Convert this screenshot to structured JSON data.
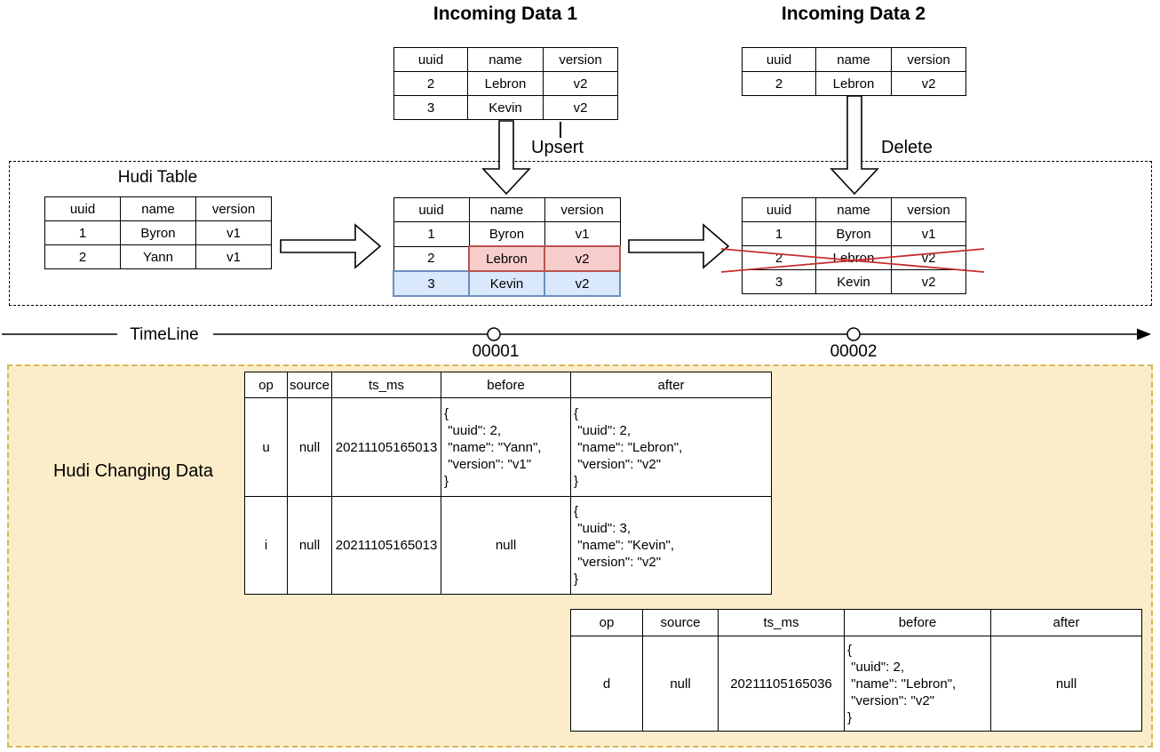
{
  "incoming1": {
    "title": "Incoming Data 1",
    "headers": [
      "uuid",
      "name",
      "version"
    ],
    "rows": [
      [
        "2",
        "Lebron",
        "v2"
      ],
      [
        "3",
        "Kevin",
        "v2"
      ]
    ]
  },
  "incoming2": {
    "title": "Incoming Data 2",
    "headers": [
      "uuid",
      "name",
      "version"
    ],
    "rows": [
      [
        "2",
        "Lebron",
        "v2"
      ]
    ]
  },
  "operations": {
    "upsert": "Upsert",
    "delete": "Delete"
  },
  "hudi_box": {
    "title": "Hudi Table",
    "initial": {
      "headers": [
        "uuid",
        "name",
        "version"
      ],
      "rows": [
        [
          "1",
          "Byron",
          "v1"
        ],
        [
          "2",
          "Yann",
          "v1"
        ]
      ]
    },
    "after_upsert": {
      "headers": [
        "uuid",
        "name",
        "version"
      ],
      "rows": [
        [
          "1",
          "Byron",
          "v1"
        ],
        [
          "2",
          "Lebron",
          "v2"
        ],
        [
          "3",
          "Kevin",
          "v2"
        ]
      ]
    },
    "after_delete": {
      "headers": [
        "uuid",
        "name",
        "version"
      ],
      "rows": [
        [
          "1",
          "Byron",
          "v1"
        ],
        [
          "2",
          "Lebron",
          "v2"
        ],
        [
          "3",
          "Kevin",
          "v2"
        ]
      ]
    }
  },
  "timeline": {
    "label": "TimeLine",
    "instants": [
      "00001",
      "00002"
    ]
  },
  "changing_data": {
    "title": "Hudi Changing Data",
    "headers": [
      "op",
      "source",
      "ts_ms",
      "before",
      "after"
    ],
    "table1": {
      "rows": [
        {
          "op": "u",
          "source": "null",
          "ts_ms": "20211105165013",
          "before": "{\n \"uuid\": 2,\n \"name\": \"Yann\",\n \"version\": \"v1\"\n}",
          "after": "{\n \"uuid\": 2,\n \"name\": \"Lebron\",\n \"version\": \"v2\"\n}"
        },
        {
          "op": "i",
          "source": "null",
          "ts_ms": "20211105165013",
          "before": "null",
          "after": "{\n \"uuid\": 3,\n \"name\": \"Kevin\",\n \"version\": \"v2\"\n}"
        }
      ]
    },
    "table2": {
      "rows": [
        {
          "op": "d",
          "source": "null",
          "ts_ms": "20211105165036",
          "before": "{\n \"uuid\": 2,\n \"name\": \"Lebron\",\n \"version\": \"v2\"\n}",
          "after": "null"
        }
      ]
    }
  },
  "colors": {
    "updated_cell_fill": "#F8CECC",
    "updated_cell_border": "#B85450",
    "inserted_row_fill": "#DAE8FC",
    "inserted_row_border": "#6C8EBF",
    "delete_cross": "#C62E2E",
    "changing_box_fill": "#FBEDC9",
    "changing_box_border": "#D6B656"
  }
}
